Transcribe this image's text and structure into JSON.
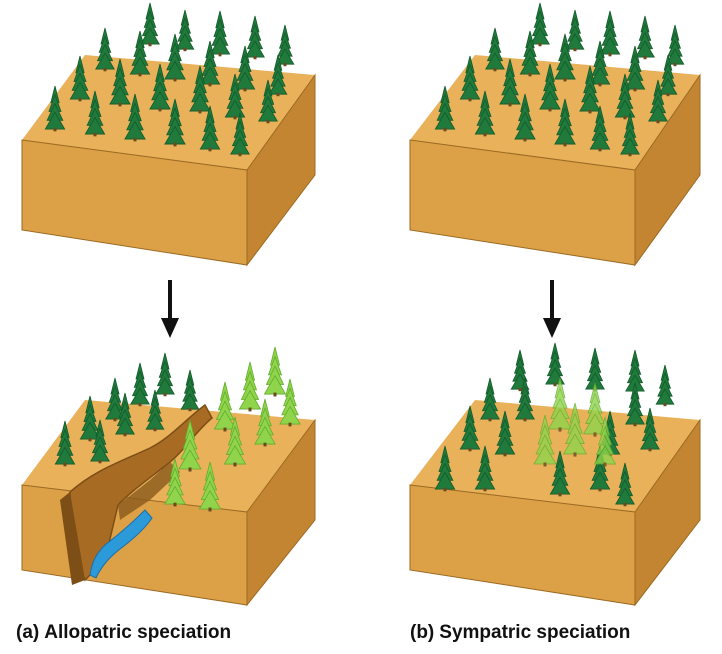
{
  "panels": [
    {
      "letter": "(a)",
      "label": "Allopatric speciation"
    },
    {
      "letter": "(b)",
      "label": "Sympatric speciation"
    }
  ],
  "colors": {
    "ground_top": "#e8b15a",
    "ground_front": "#dca047",
    "ground_side": "#c48533",
    "ground_edge": "#9a6a22",
    "tree_dark": "#1f7a3c",
    "tree_dark_shade": "#145a2a",
    "tree_light": "#8fd44a",
    "tree_light_shade": "#63ad2f",
    "canyon": "#a86b24",
    "canyon_shadow": "#7d4e16",
    "river": "#2c9ad8",
    "arrow": "#111111"
  },
  "icons": [
    "down-arrow-icon",
    "tree-icon",
    "river-icon"
  ]
}
